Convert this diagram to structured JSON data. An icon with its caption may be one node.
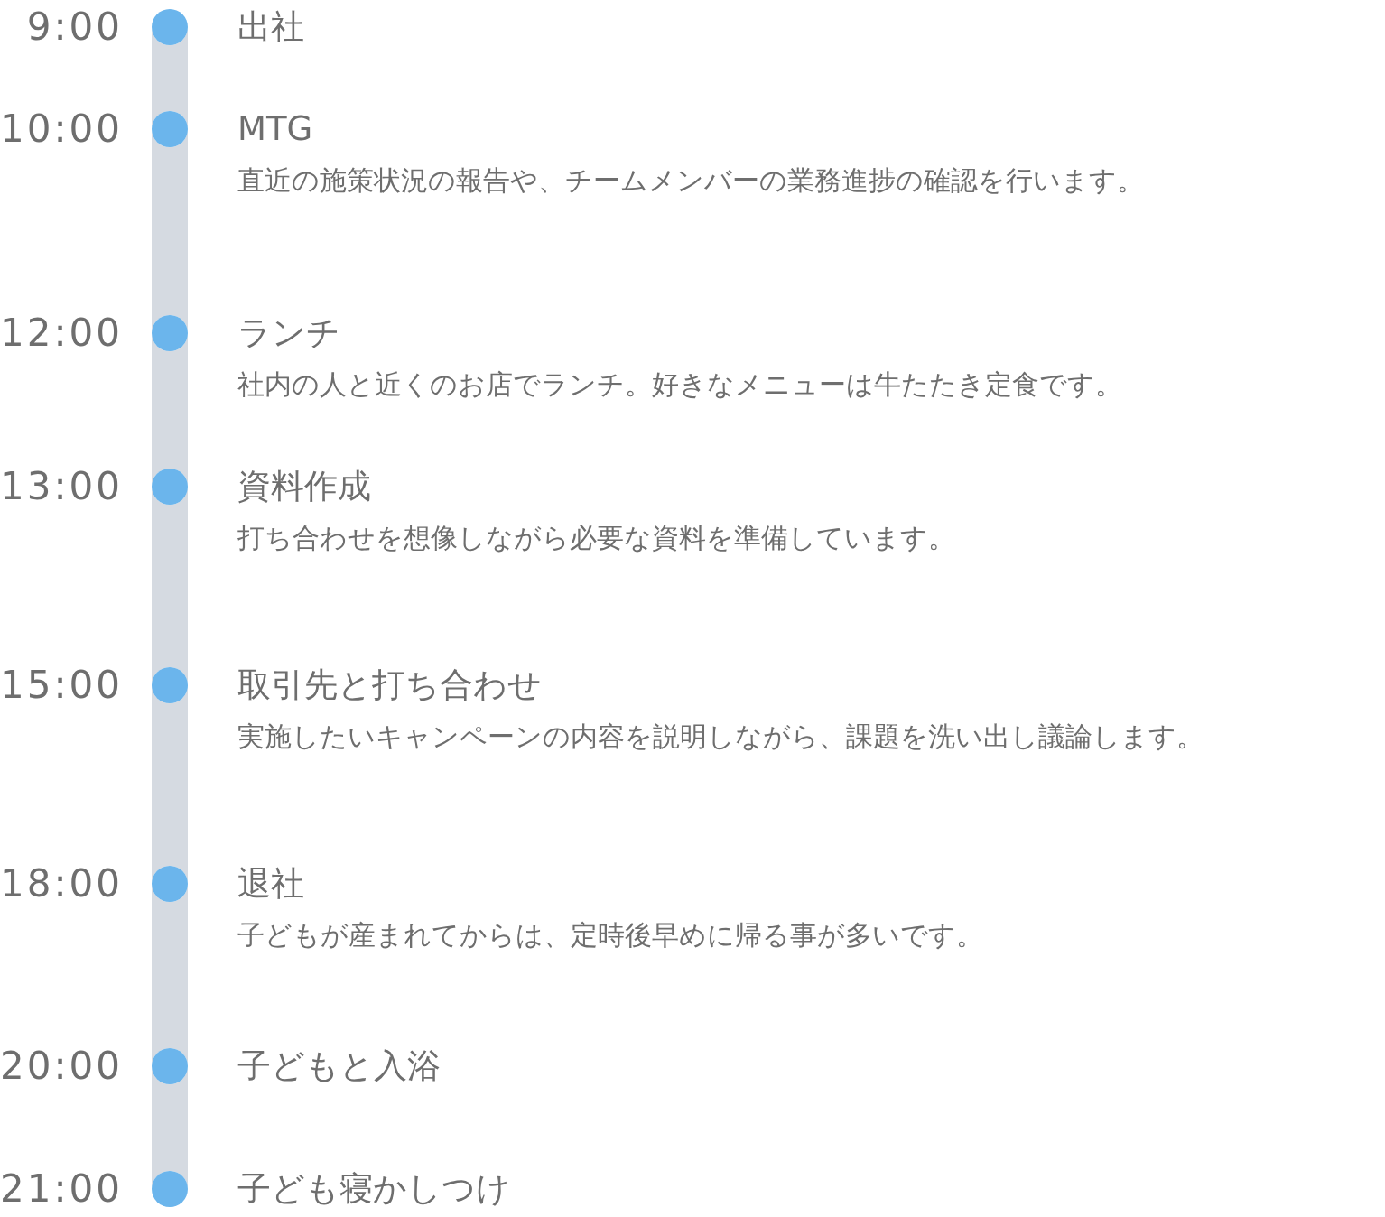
{
  "diagram": {
    "nodes": [
      {
        "text": [],
        "shape": "circle",
        "beside": [
          "9:00",
          "出社"
        ]
      },
      {
        "text": [],
        "shape": "circle",
        "beside": [
          "10:00",
          "MTG",
          "直近の施策状況の報告や、チームメンバーの業務進捗の確認を行います。"
        ]
      },
      {
        "text": [],
        "shape": "circle",
        "beside": [
          "12:00",
          "ランチ",
          "社内の人と近くのお店でランチ。好きなメニューは牛たたき定食です。"
        ]
      },
      {
        "text": [],
        "shape": "circle",
        "beside": [
          "13:00",
          "資料作成",
          "打ち合わせを想像しながら必要な資料を準備しています。"
        ]
      },
      {
        "text": [],
        "shape": "circle",
        "beside": [
          "15:00",
          "取引先と打ち合わせ",
          "実施したいキャンペーンの内容を説明しながら、課題を洗い出し議論します。"
        ]
      },
      {
        "text": [],
        "shape": "circle",
        "beside": [
          "18:00",
          "退社",
          "子どもが産まれてからは、定時後早めに帰る事が多いです。"
        ]
      },
      {
        "text": [],
        "shape": "circle",
        "beside": [
          "20:00",
          "子どもと入浴"
        ]
      },
      {
        "text": [],
        "shape": "circle",
        "beside": [
          "21:00",
          "子ども寝かしつけ"
        ]
      }
    ],
    "edges": [
      {
        "from": 0,
        "to": 1,
        "arrow": "none"
      },
      {
        "from": 1,
        "to": 2,
        "arrow": "none"
      },
      {
        "from": 2,
        "to": 3,
        "arrow": "none"
      },
      {
        "from": 3,
        "to": 4,
        "arrow": "none"
      },
      {
        "from": 4,
        "to": 5,
        "arrow": "none"
      },
      {
        "from": 5,
        "to": 6,
        "arrow": "none"
      },
      {
        "from": 6,
        "to": 7,
        "arrow": "none"
      }
    ]
  }
}
